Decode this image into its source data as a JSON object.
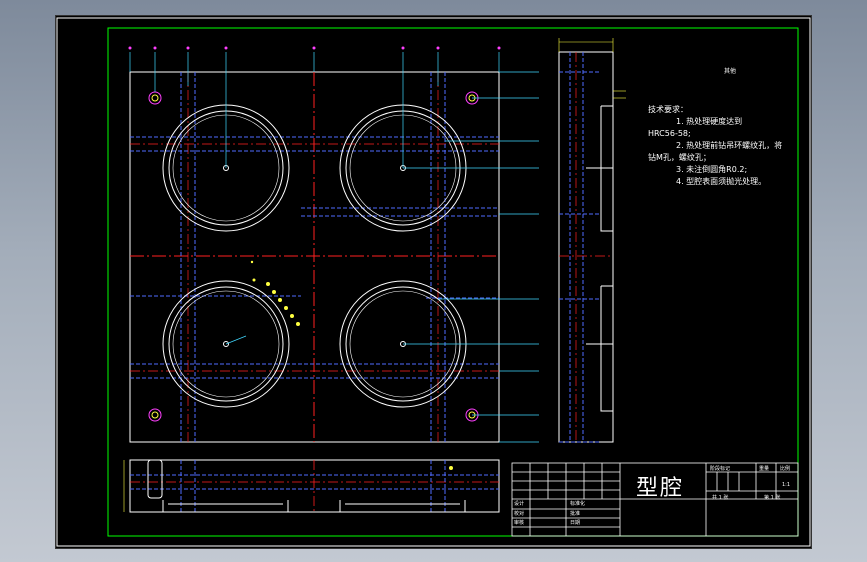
{
  "colors": {
    "background": "#000000",
    "frame": "#00ff00",
    "outline": "#ffffff",
    "centerline": "#ff2020",
    "hidden": "#4f6bff",
    "leader": "#40d8ff",
    "dimension": "#ffff40",
    "hatch": "#ff40ff"
  },
  "drawing": {
    "top_label": "其他",
    "tech_req": {
      "heading": "技术要求：",
      "lines": [
        "1. 热处理硬度达到",
        "HRC56-58;",
        "2. 热处理前钻吊环螺纹孔，将",
        "钻M孔，螺纹孔；",
        "3. 未注倒圆角R0.2;",
        "4. 型腔表面须抛光处理。"
      ]
    }
  },
  "title_block": {
    "part_name": "型腔",
    "row_labels": [
      "设计",
      "校对",
      "审核"
    ],
    "sign_labels": [
      "标准化",
      "批准",
      "日期"
    ],
    "stage_label": "阶段标记",
    "weight_label": "重量",
    "scale_label": "比例",
    "scale_value": "1:1",
    "sheet_label": "共 1 张",
    "sheet_index": "第 1 张"
  }
}
